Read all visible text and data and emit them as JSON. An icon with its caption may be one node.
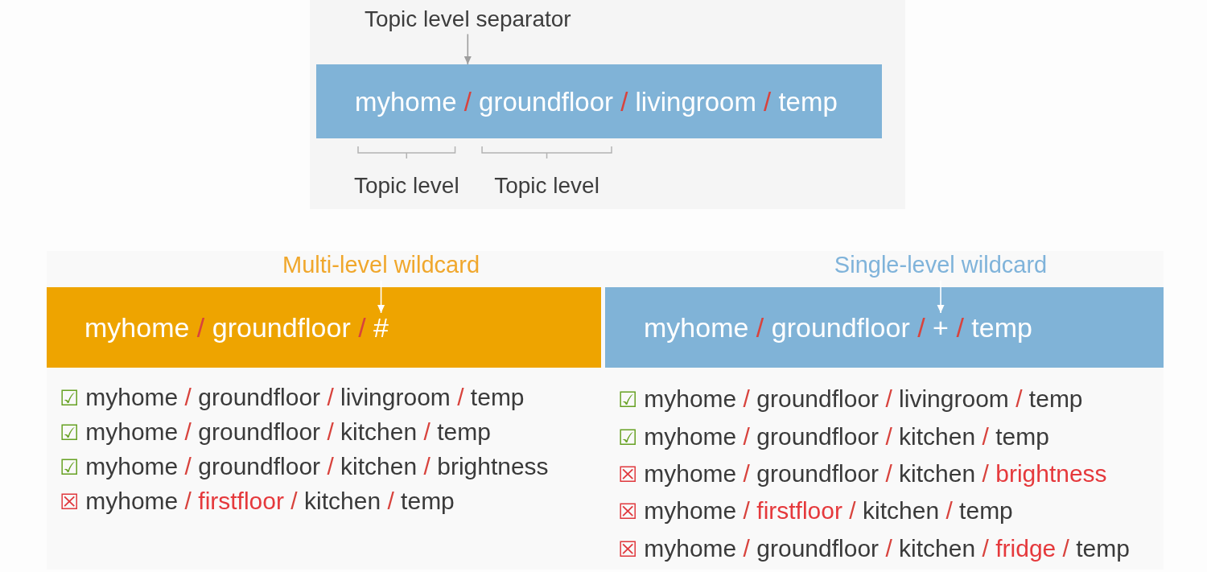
{
  "diagram": {
    "nodes": [
      {
        "text": [
          "Topic level separator"
        ]
      },
      {
        "text": [
          "myhome / groundfloor / livingroom / temp"
        ]
      },
      {
        "text": [
          "Multi-level wildcard"
        ]
      },
      {
        "text": [
          "myhome / groundfloor / #"
        ]
      },
      {
        "text": [
          "Single-level wildcard"
        ]
      },
      {
        "text": [
          "myhome / groundfloor / + / temp"
        ]
      }
    ],
    "edges": [
      {
        "from": 0,
        "to": 1,
        "arrow": "to",
        "color": "#9e9e9e"
      },
      {
        "from": 2,
        "to": 3,
        "arrow": "to"
      },
      {
        "from": 4,
        "to": 5,
        "arrow": "to"
      }
    ],
    "labels": [
      "Topic level",
      "Topic level",
      "☑ myhome / groundfloor / livingroom / temp",
      "☑ myhome / groundfloor / kitchen / temp",
      "☑ myhome / groundfloor / kitchen / brightness",
      "☒ myhome / firstfloor / kitchen / temp",
      "☑ myhome / groundfloor / livingroom / temp",
      "☑ myhome / groundfloor / kitchen / temp",
      "☒ myhome / groundfloor / kitchen / brightness",
      "☒ myhome / firstfloor / kitchen / temp",
      "☒ myhome / groundfloor / kitchen / fridge / temp"
    ]
  }
}
